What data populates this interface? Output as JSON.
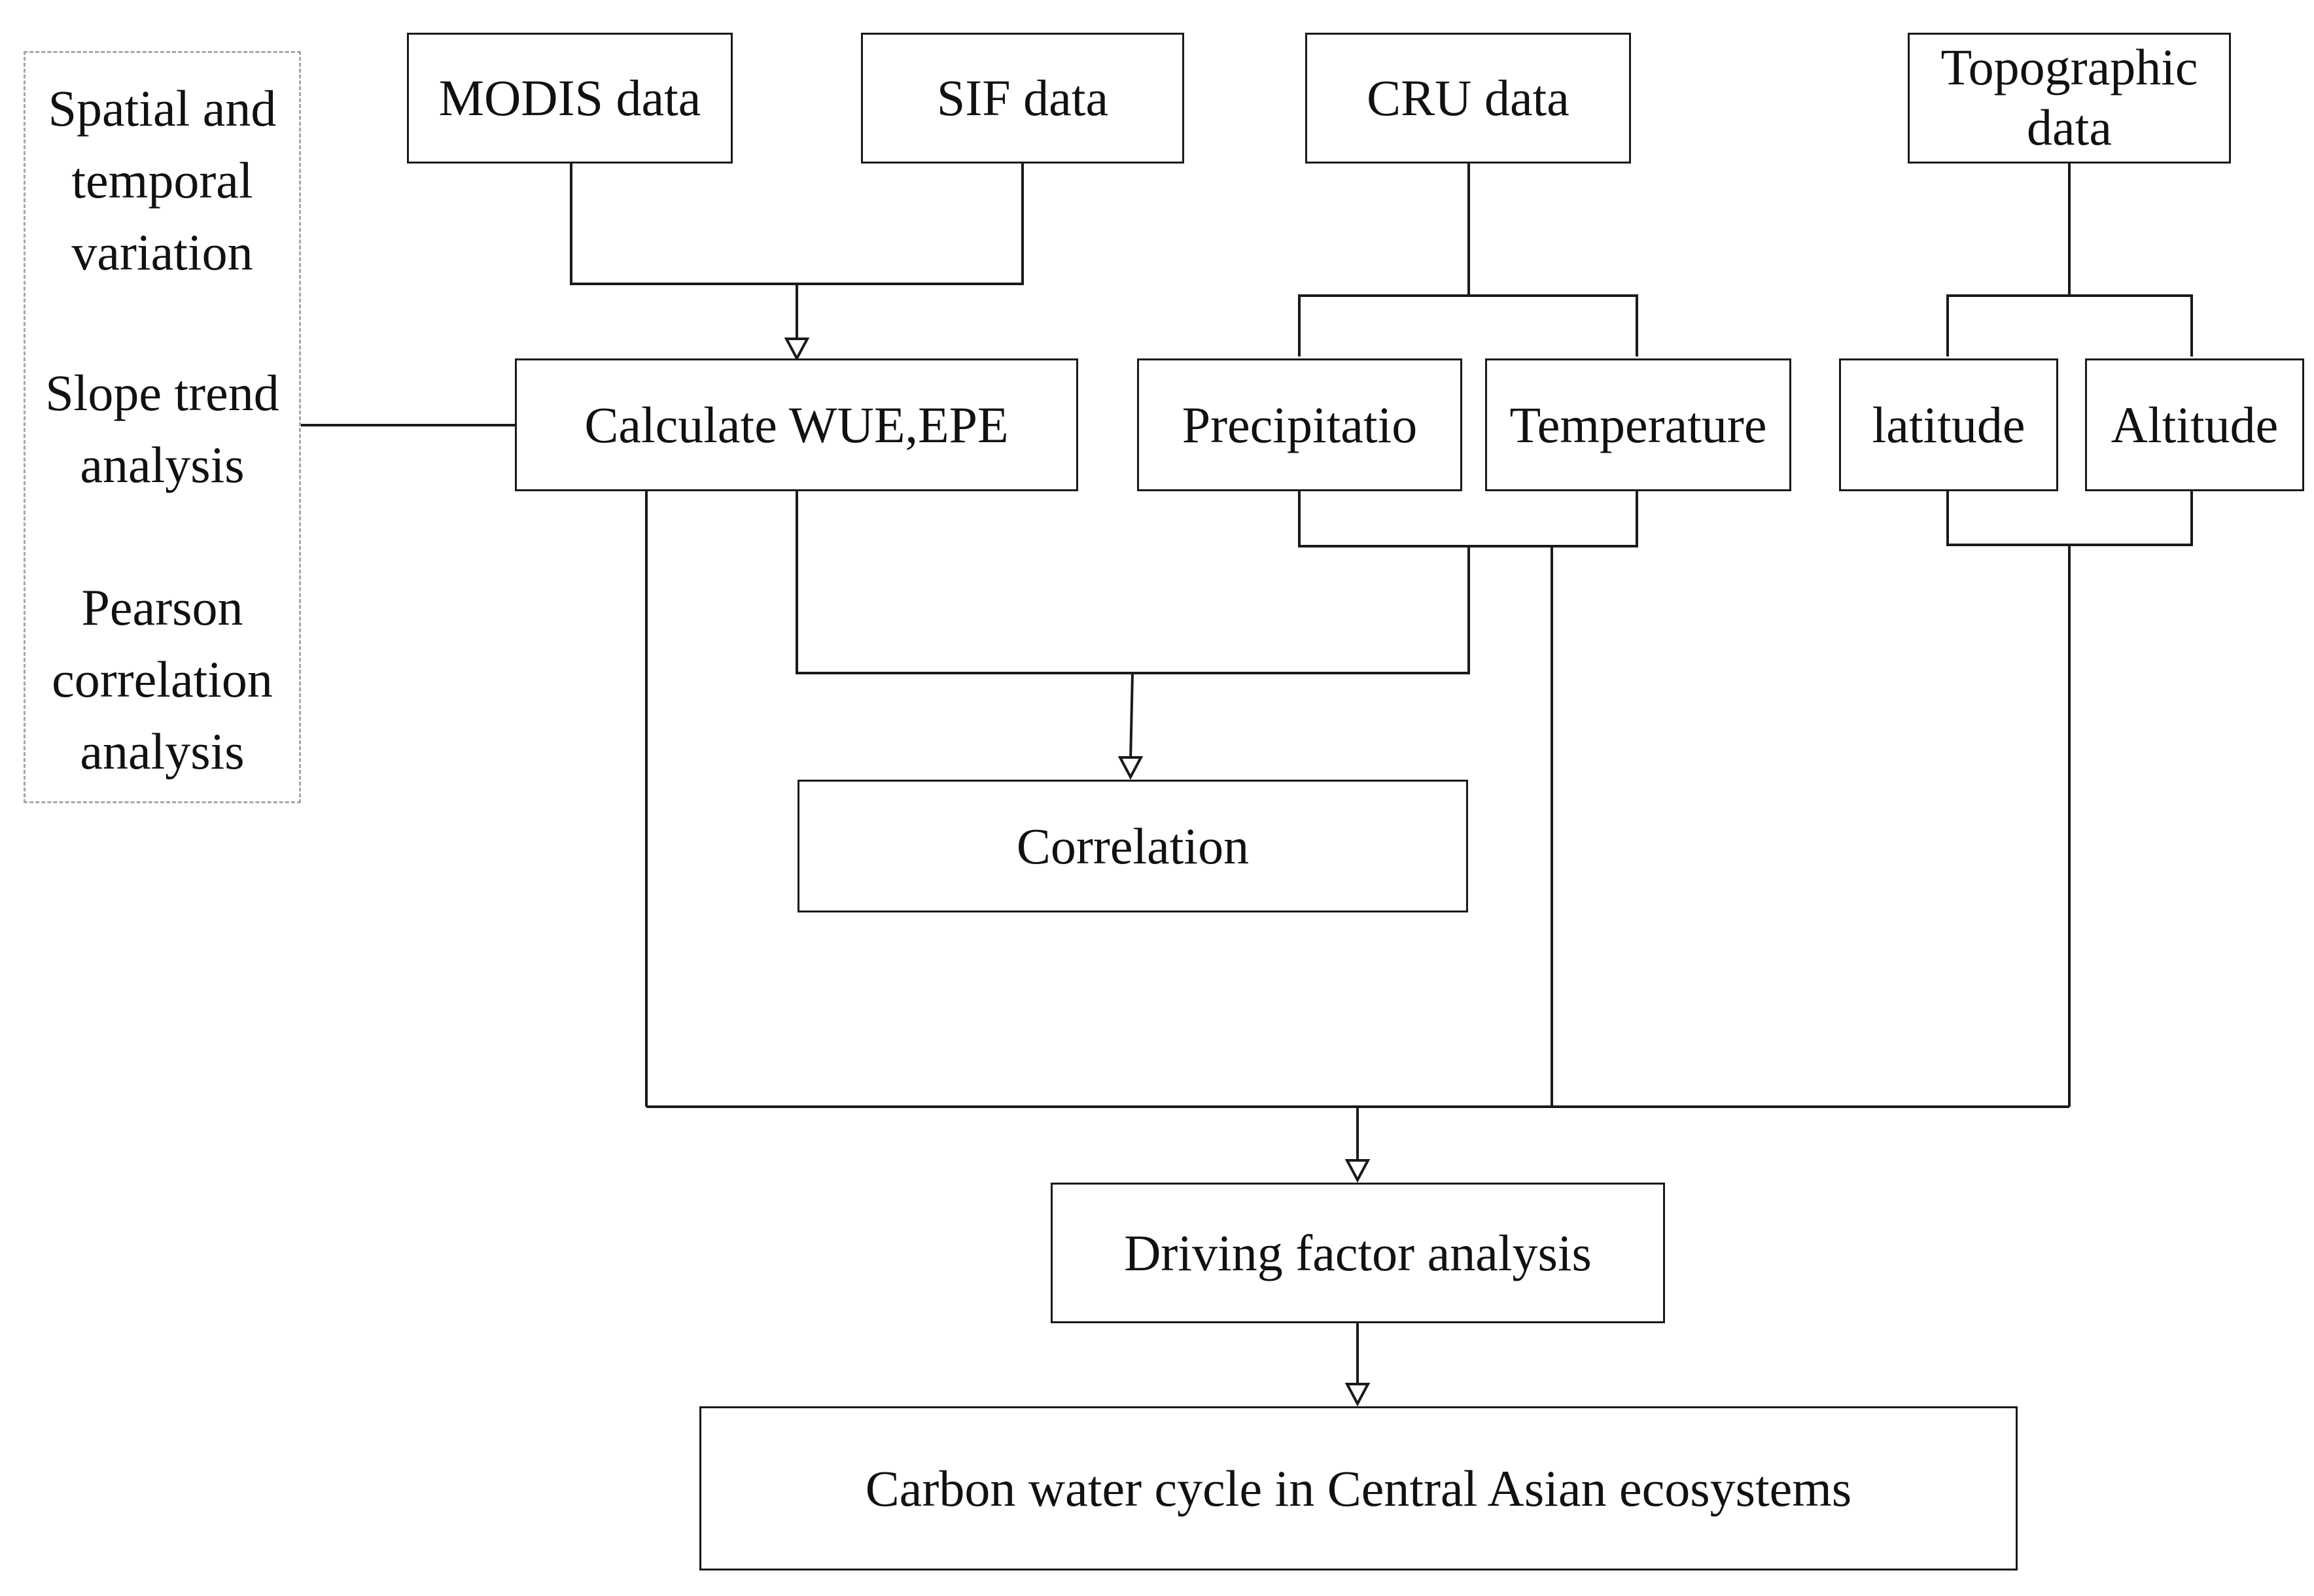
{
  "sidebar": {
    "methods": [
      {
        "lines": [
          "Spatial and",
          "temporal",
          "variation"
        ]
      },
      {
        "lines": [
          "Slope trend",
          "analysis"
        ]
      },
      {
        "lines": [
          "Pearson",
          "correlation",
          "analysis"
        ]
      }
    ]
  },
  "sources": {
    "modis": "MODIS data",
    "sif": "SIF data",
    "cru": "CRU data",
    "topographic": {
      "line1": "Topographic",
      "line2": "data"
    }
  },
  "variables": {
    "calculate": "Calculate WUE,EPE",
    "precipitation": "Precipitatio",
    "temperature": "Temperature",
    "latitude": "latitude",
    "altitude": "Altitude"
  },
  "analysis": {
    "correlation": "Correlation",
    "driving": "Driving factor analysis",
    "outcome": "Carbon water cycle in Central Asian ecosystems"
  },
  "colors": {
    "line": "#1a1a1a",
    "dashed_border": "#a8a8a8"
  }
}
